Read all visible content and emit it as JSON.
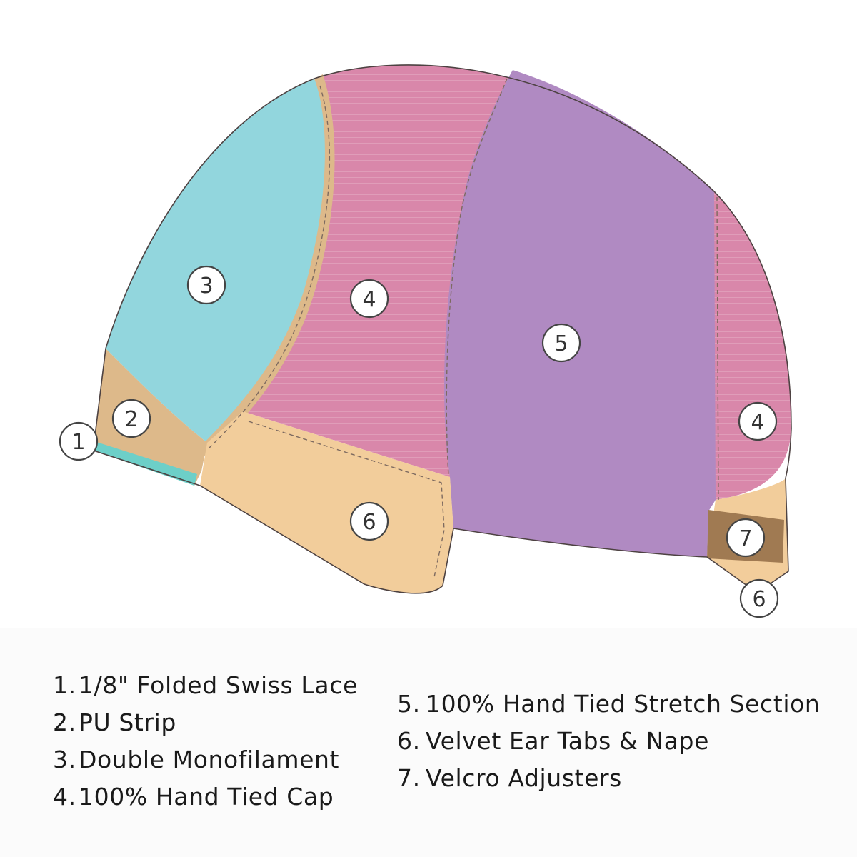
{
  "colors": {
    "folded_lace": "#6dcfc8",
    "pu_strip": "#ddb98a",
    "monofilament": "#92d6dd",
    "hand_tied_cap": "#d987aa",
    "stretch_section": "#b08ac2",
    "velvet": "#f2cd9b",
    "velcro": "#a07a52"
  },
  "callouts": [
    {
      "id": "1",
      "label": "1"
    },
    {
      "id": "2",
      "label": "2"
    },
    {
      "id": "3",
      "label": "3"
    },
    {
      "id": "4a",
      "label": "4"
    },
    {
      "id": "5",
      "label": "5"
    },
    {
      "id": "4b",
      "label": "4"
    },
    {
      "id": "6a",
      "label": "6"
    },
    {
      "id": "7",
      "label": "7"
    },
    {
      "id": "6b",
      "label": "6"
    }
  ],
  "legend": {
    "left": [
      {
        "num": "1.",
        "text": "1/8\" Folded Swiss Lace"
      },
      {
        "num": "2.",
        "text": "PU Strip"
      },
      {
        "num": "3.",
        "text": "Double Monofilament"
      },
      {
        "num": "4.",
        "text": "100% Hand Tied Cap"
      }
    ],
    "right": [
      {
        "num": "5.",
        "text": "100% Hand Tied Stretch Section"
      },
      {
        "num": "6.",
        "text": "Velvet Ear Tabs & Nape"
      },
      {
        "num": "7.",
        "text": "Velcro Adjusters"
      }
    ]
  }
}
